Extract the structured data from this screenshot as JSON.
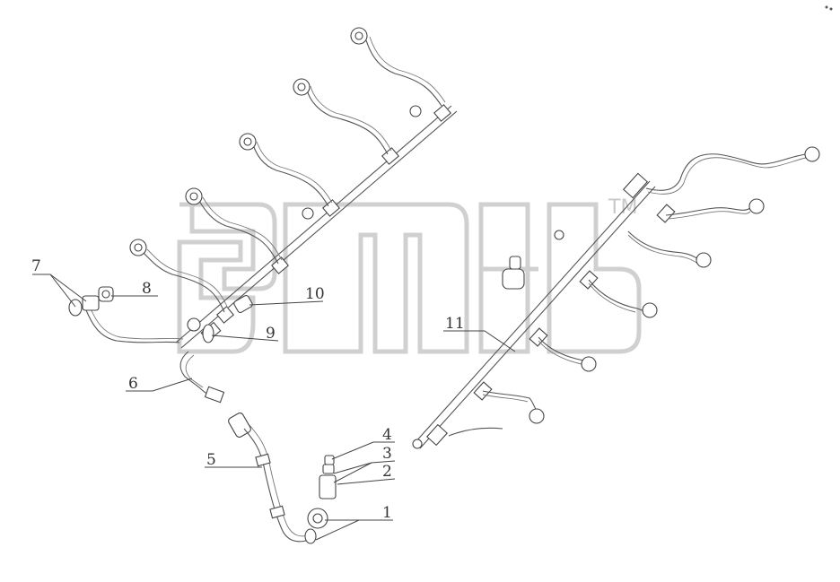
{
  "watermark": {
    "trademark": "TM"
  },
  "callouts": [
    {
      "id": "1",
      "label": "1"
    },
    {
      "id": "2",
      "label": "2"
    },
    {
      "id": "3",
      "label": "3"
    },
    {
      "id": "4",
      "label": "4"
    },
    {
      "id": "5",
      "label": "5"
    },
    {
      "id": "6",
      "label": "6"
    },
    {
      "id": "7",
      "label": "7"
    },
    {
      "id": "8",
      "label": "8"
    },
    {
      "id": "9",
      "label": "9"
    },
    {
      "id": "10",
      "label": "10"
    },
    {
      "id": "11",
      "label": "11"
    }
  ]
}
